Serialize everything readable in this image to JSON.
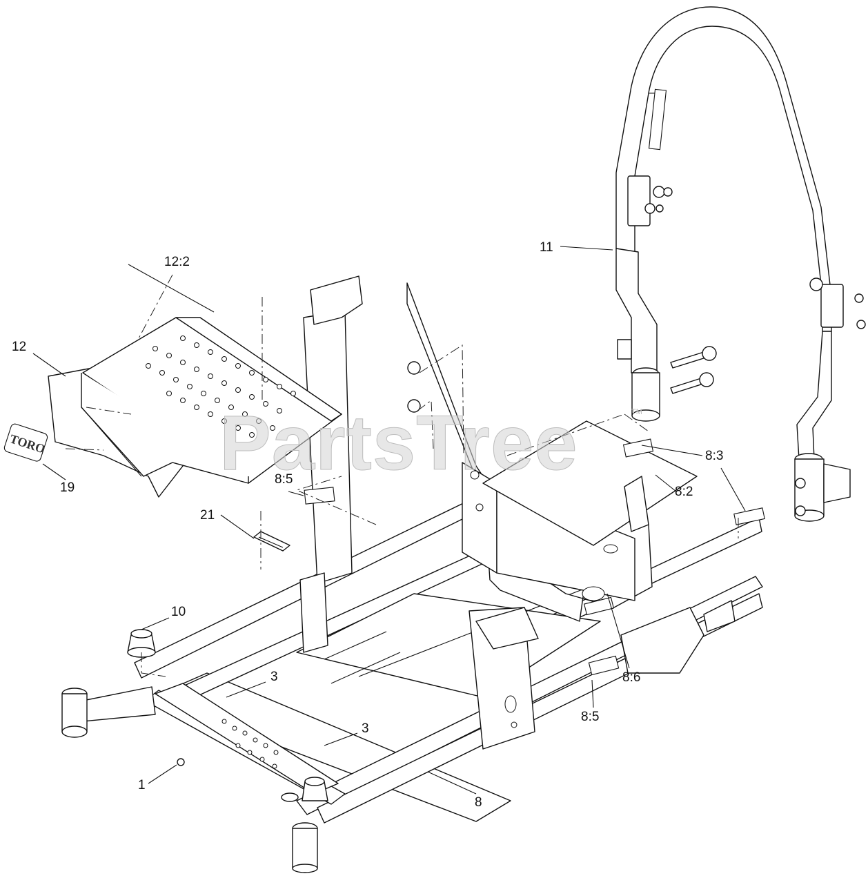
{
  "watermark": {
    "text": "PartsTree",
    "mark": "TM"
  },
  "logo": {
    "text": "TORO"
  },
  "callouts": [
    {
      "id": "c-1",
      "label": "1"
    },
    {
      "id": "c-3a",
      "label": "3"
    },
    {
      "id": "c-3b",
      "label": "3"
    },
    {
      "id": "c-8",
      "label": "8"
    },
    {
      "id": "c-8-2",
      "label": "8:2"
    },
    {
      "id": "c-8-3",
      "label": "8:3"
    },
    {
      "id": "c-8-5a",
      "label": "8:5"
    },
    {
      "id": "c-8-5b",
      "label": "8:5"
    },
    {
      "id": "c-8-6",
      "label": "8:6"
    },
    {
      "id": "c-10",
      "label": "10"
    },
    {
      "id": "c-11",
      "label": "11"
    },
    {
      "id": "c-12",
      "label": "12"
    },
    {
      "id": "c-12-2",
      "label": "12:2"
    },
    {
      "id": "c-19",
      "label": "19"
    },
    {
      "id": "c-21",
      "label": "21"
    }
  ]
}
